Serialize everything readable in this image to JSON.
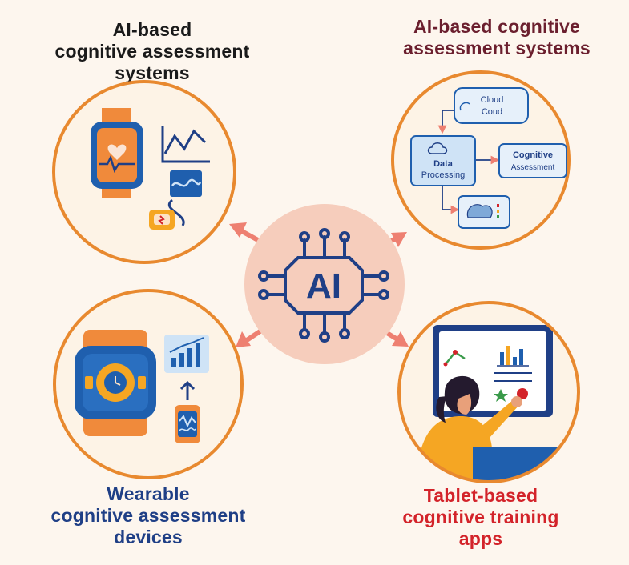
{
  "colors": {
    "background": "#fdf6ee",
    "circle_fill": "#fdf3e6",
    "circle_border": "#e8892f",
    "hub_fill": "#f6cdbc",
    "arrow": "#ee8071",
    "navy": "#1f3f86",
    "dark_red": "#6b1f2e",
    "red": "#d3232a",
    "black_text": "#1a1a1a"
  },
  "labels": {
    "top_left": {
      "lines": [
        "AI-based",
        "cognitive assessment",
        "systems"
      ]
    },
    "top_right": {
      "lines": [
        "AI-based cognitive",
        "assessment systems"
      ]
    },
    "bottom_left": {
      "lines": [
        "Wearable",
        "cognitive assessment",
        "devices"
      ]
    },
    "bottom_right": {
      "lines": [
        "Tablet-based",
        "cognitive training",
        "apps"
      ]
    }
  },
  "hub": {
    "text": "AI"
  },
  "flow_diagram": {
    "cloud_line1": "Cloud",
    "cloud_line2": "Coud",
    "processing_line1": "Data",
    "processing_line2": "Processing",
    "assessment_line1": "Cognitive",
    "assessment_line2": "Assessment"
  },
  "icons": [
    "smartwatch-heart-icon",
    "line-chart-icon",
    "waveform-panel-icon",
    "sensor-device-icon",
    "ai-chip-icon",
    "cloud-icon",
    "brain-scan-icon",
    "smartwatch-icon",
    "growth-chart-icon",
    "up-arrow-icon",
    "wave-monitor-icon",
    "person-icon",
    "tablet-screen-icon"
  ]
}
